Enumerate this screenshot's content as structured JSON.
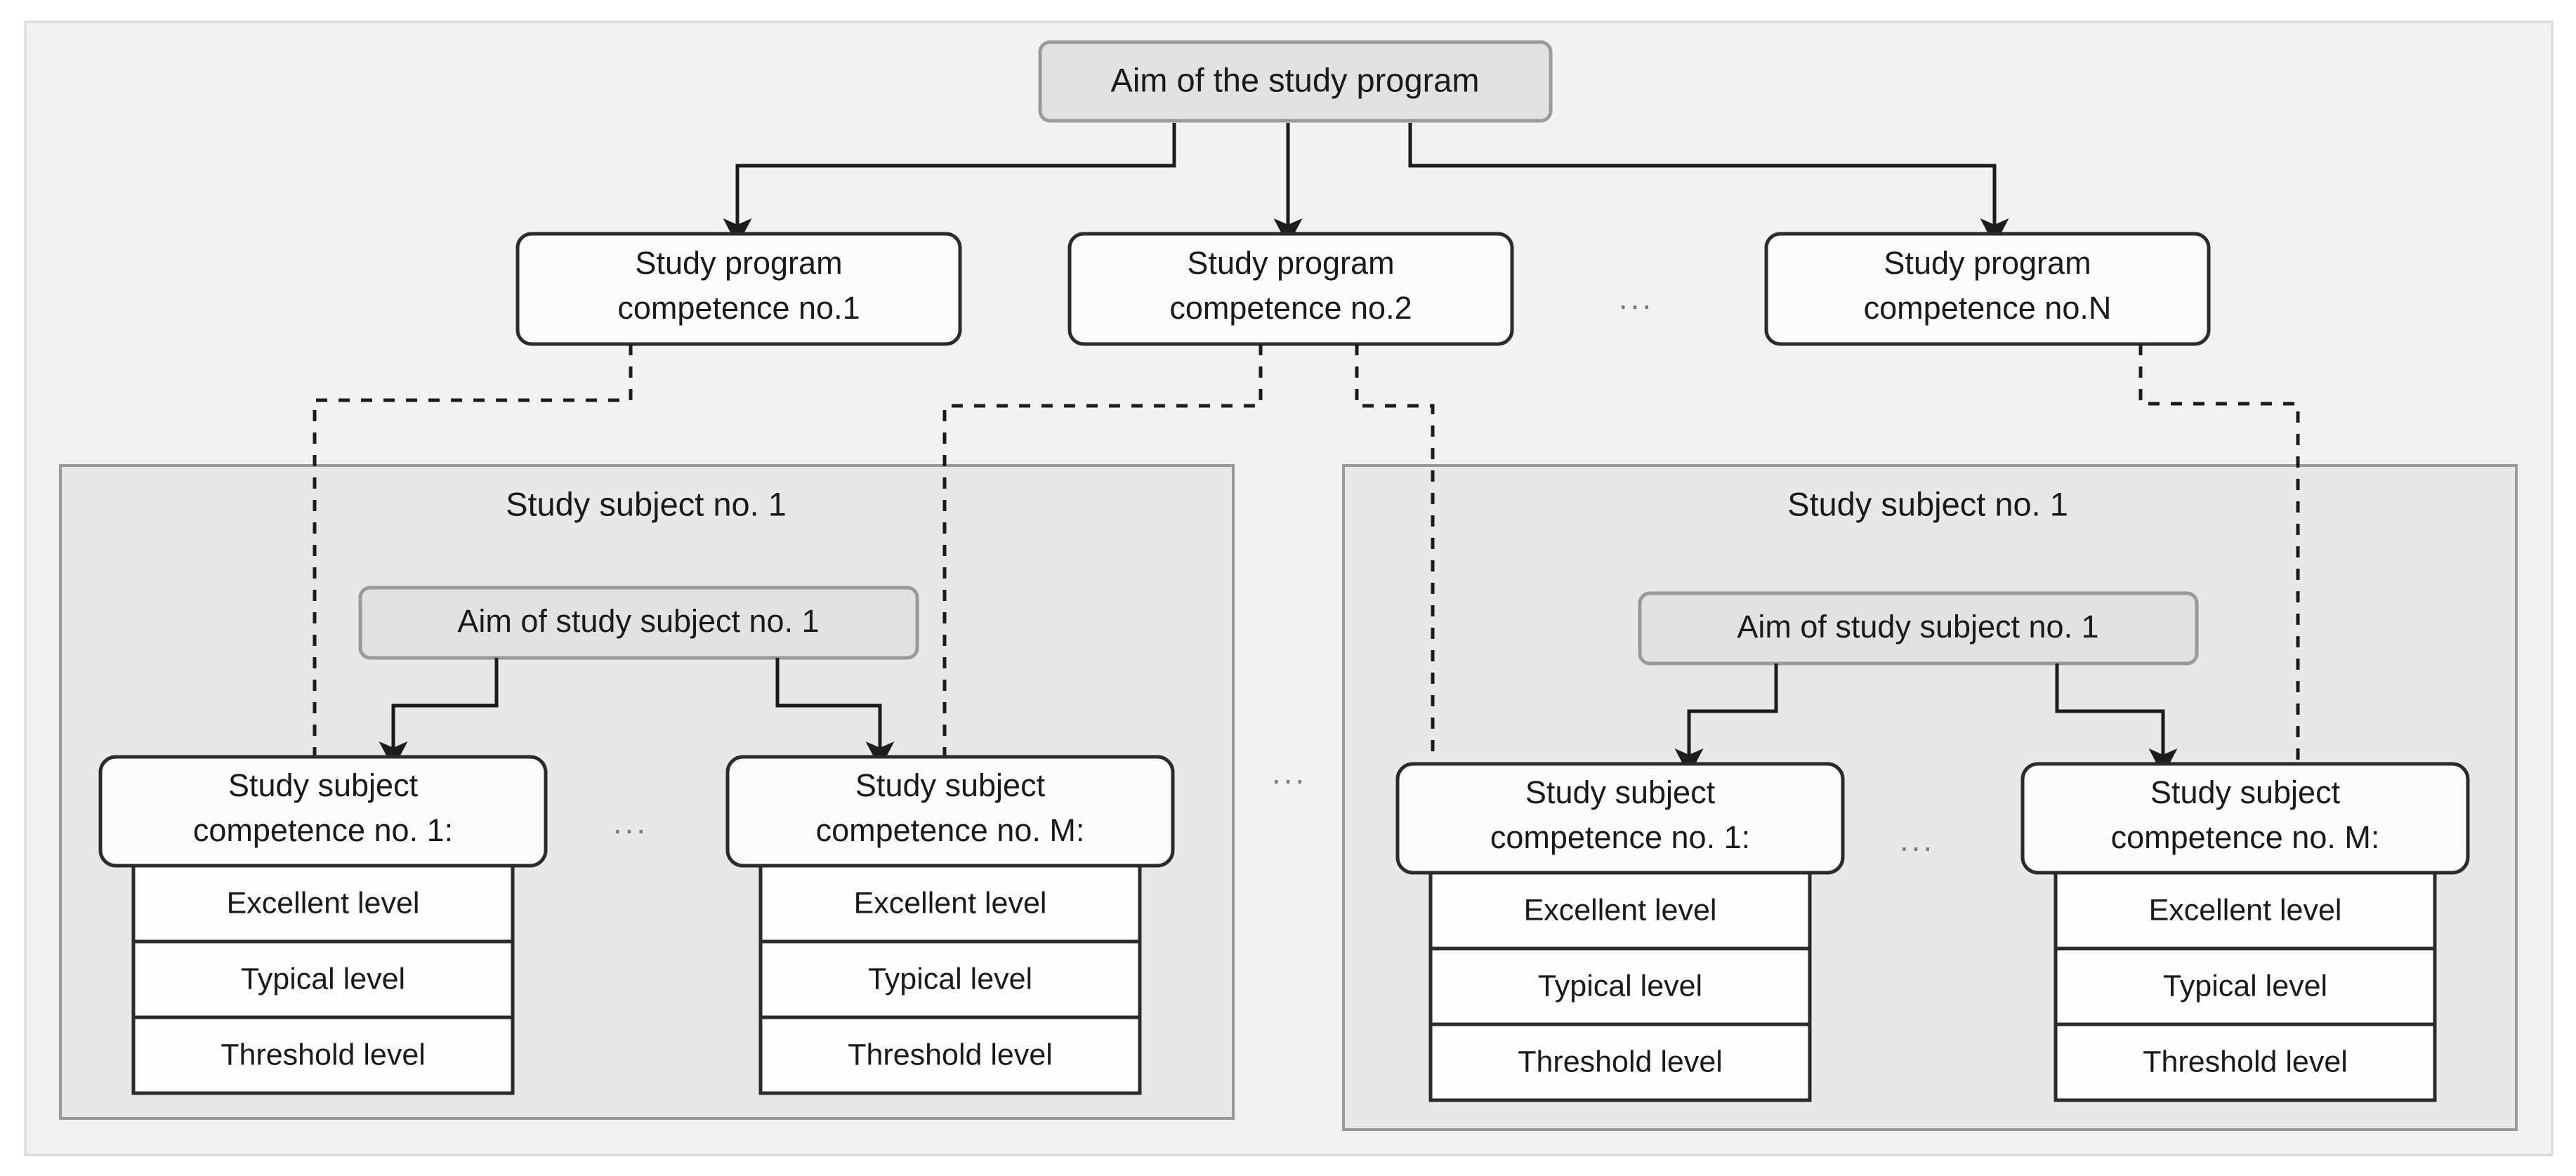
{
  "diagram": {
    "title_node": {
      "label": "Aim of the study program"
    },
    "program_competences": [
      {
        "line1": "Study program",
        "line2": "competence no.1"
      },
      {
        "line1": "Study program",
        "line2": "competence no.2"
      },
      {
        "line1": "Study program",
        "line2": "competence no.N"
      }
    ],
    "program_ellipsis": "...",
    "middle_ellipsis": "...",
    "panels": [
      {
        "title": "Study subject no. 1",
        "aim": "Aim of study subject no. 1",
        "competence_ellipsis": "...",
        "competences": [
          {
            "line1": "Study subject",
            "line2": "competence no. 1:",
            "levels": [
              "Excellent level",
              "Typical level",
              "Threshold level"
            ]
          },
          {
            "line1": "Study subject",
            "line2": "competence no. M:",
            "levels": [
              "Excellent level",
              "Typical level",
              "Threshold level"
            ]
          }
        ]
      },
      {
        "title": "Study subject no. 1",
        "aim": "Aim of study subject no. 1",
        "competence_ellipsis": "...",
        "competences": [
          {
            "line1": "Study subject",
            "line2": "competence no. 1:",
            "levels": [
              "Excellent level",
              "Typical level",
              "Threshold level"
            ]
          },
          {
            "line1": "Study subject",
            "line2": "competence no. M:",
            "levels": [
              "Excellent level",
              "Typical level",
              "Threshold level"
            ]
          }
        ]
      }
    ],
    "colors": {
      "page_background": "#ffffff",
      "frame_fill": "#f2f2f2",
      "panel_fill": "#e8e8e8",
      "node_white_fill": "#fcfcfc",
      "node_gray_fill": "#e2e2e2",
      "line": "#1c1c1c",
      "text": "#1a1a1a"
    }
  }
}
